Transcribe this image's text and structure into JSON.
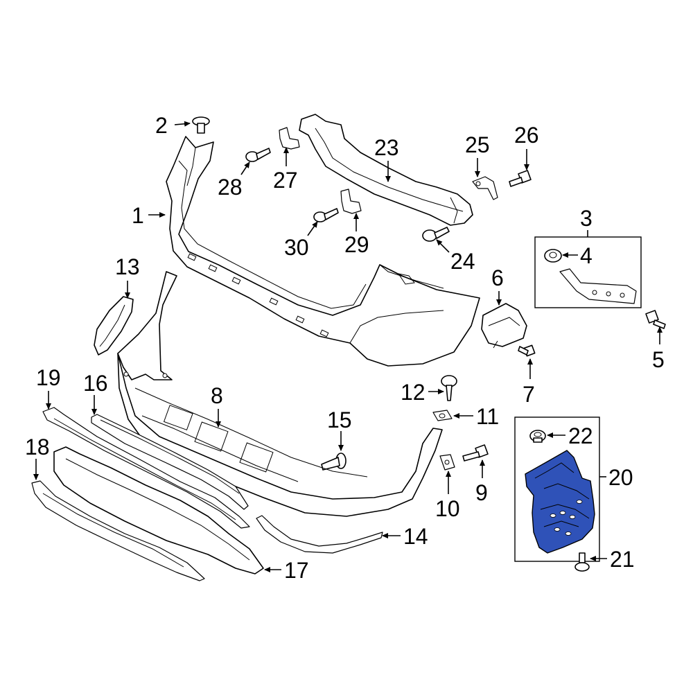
{
  "diagram": {
    "highlight_color": "#2f52b8",
    "callouts": [
      "1",
      "2",
      "3",
      "4",
      "5",
      "6",
      "7",
      "8",
      "9",
      "10",
      "11",
      "12",
      "13",
      "14",
      "15",
      "16",
      "17",
      "18",
      "19",
      "20",
      "21",
      "22",
      "23",
      "24",
      "25",
      "26",
      "27",
      "28",
      "29",
      "30"
    ]
  }
}
